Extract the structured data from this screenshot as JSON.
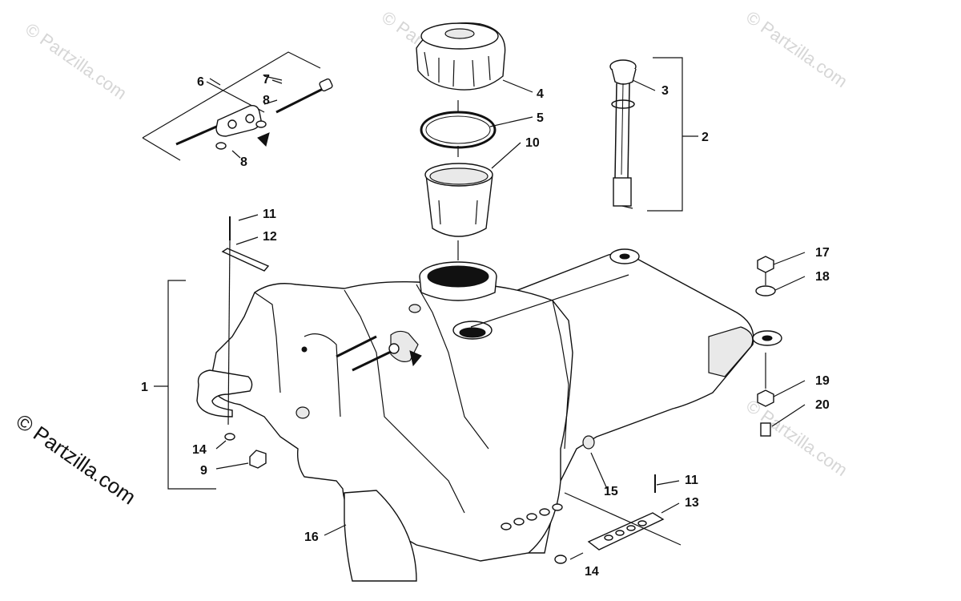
{
  "watermark": {
    "text": "© Partzilla.com"
  },
  "callouts": [
    {
      "id": "c1",
      "text": "1"
    },
    {
      "id": "c2",
      "text": "2"
    },
    {
      "id": "c3",
      "text": "3"
    },
    {
      "id": "c4",
      "text": "4"
    },
    {
      "id": "c5",
      "text": "5"
    },
    {
      "id": "c6",
      "text": "6"
    },
    {
      "id": "c7",
      "text": "7"
    },
    {
      "id": "c8a",
      "text": "8"
    },
    {
      "id": "c8b",
      "text": "8"
    },
    {
      "id": "c9",
      "text": "9"
    },
    {
      "id": "c10",
      "text": "10"
    },
    {
      "id": "c11a",
      "text": "11"
    },
    {
      "id": "c11b",
      "text": "11"
    },
    {
      "id": "c12",
      "text": "12"
    },
    {
      "id": "c13",
      "text": "13"
    },
    {
      "id": "c14a",
      "text": "14"
    },
    {
      "id": "c14b",
      "text": "14"
    },
    {
      "id": "c15",
      "text": "15"
    },
    {
      "id": "c16",
      "text": "16"
    },
    {
      "id": "c17",
      "text": "17"
    },
    {
      "id": "c18",
      "text": "18"
    },
    {
      "id": "c19",
      "text": "19"
    },
    {
      "id": "c20",
      "text": "20"
    }
  ]
}
